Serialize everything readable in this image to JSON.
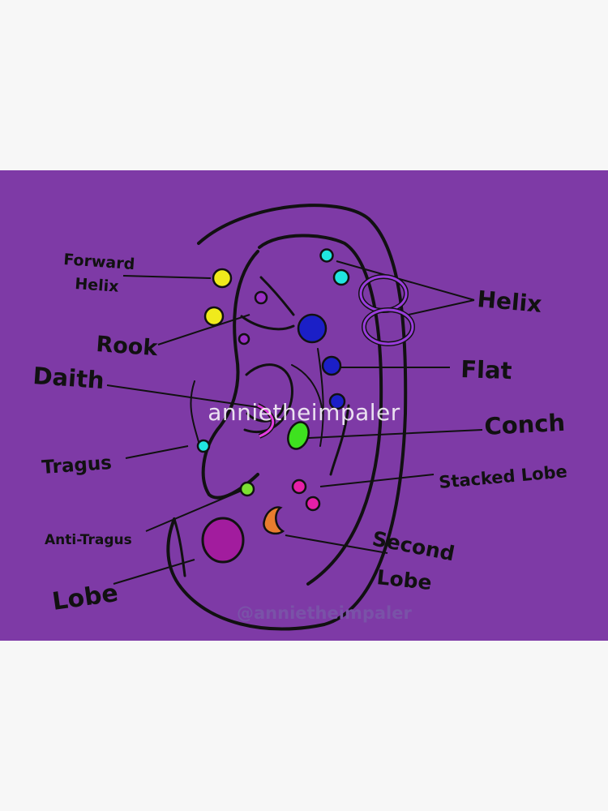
{
  "colors": {
    "background": "#7e3aa6",
    "outline": "#111111",
    "page": "#f7f7f7"
  },
  "labels": {
    "forward_helix_1": "Forward",
    "forward_helix_2": "Helix",
    "rook": "Rook",
    "daith": "Daith",
    "tragus": "Tragus",
    "anti_tragus": "Anti-Tragus",
    "lobe": "Lobe",
    "helix": "Helix",
    "flat": "Flat",
    "conch": "Conch",
    "stacked_lobe": "Stacked Lobe",
    "second_lobe_1": "Second",
    "second_lobe_2": "Lobe"
  },
  "watermark": "annietheimpaler",
  "credit": "@annietheimpaler"
}
